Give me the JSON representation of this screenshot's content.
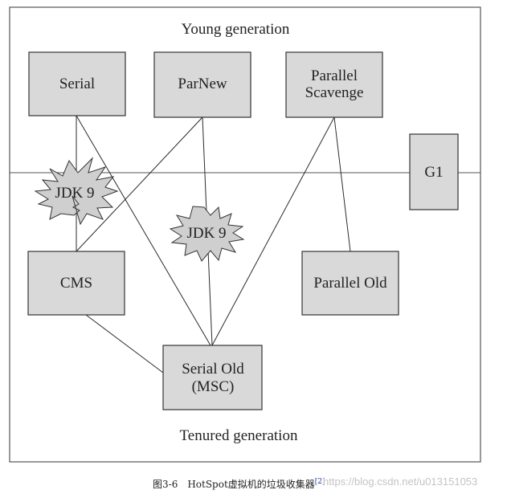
{
  "regions": {
    "young": "Young generation",
    "tenured": "Tenured generation"
  },
  "collectors": {
    "serial": "Serial",
    "parnew": "ParNew",
    "parallel_scavenge": [
      "Parallel",
      "Scavenge"
    ],
    "g1": "G1",
    "cms": "CMS",
    "parallel_old": "Parallel Old",
    "serial_old": [
      "Serial Old",
      "(MSC)"
    ]
  },
  "badges": {
    "jdk9_left": "JDK 9",
    "jdk9_center": "JDK 9"
  },
  "caption": {
    "figure_no": "图3-6",
    "text": "HotSpot虚拟机的垃圾收集器",
    "ref": "[2]"
  },
  "watermark": "https://blog.csdn.net/u013151053",
  "colors": {
    "box_fill": "#d9d9d9",
    "badge_fill": "#cfcfcf",
    "line": "#2b2b2b",
    "frame": "#555555"
  }
}
